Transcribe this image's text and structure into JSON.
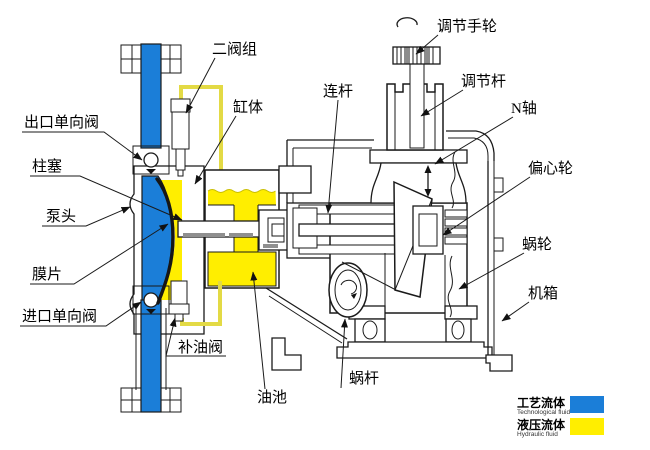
{
  "diagram": {
    "type": "hydraulic-diaphragm-metering-pump-cross-section",
    "labels": {
      "outlet_check_valve": "出口单向阀",
      "plunger": "柱塞",
      "pump_head": "泵头",
      "diaphragm": "膜片",
      "inlet_check_valve": "进口单向阀",
      "oil_supply_valve": "补油阀",
      "oil_pool": "油池",
      "two_valve_group": "二阀组",
      "cylinder_body": "缸体",
      "connecting_rod": "连杆",
      "adjusting_handwheel": "调节手轮",
      "adjusting_rod": "调节杆",
      "n_shaft": "N轴",
      "eccentric_wheel": "偏心轮",
      "worm_wheel": "蜗轮",
      "machine_case": "机箱",
      "worm": "蜗杆"
    },
    "legend": {
      "process_fluid": {
        "label": "工艺流体",
        "sublabel": "Technological fluid",
        "color": "#1b7ed8"
      },
      "hydraulic_fluid": {
        "label": "液压流体",
        "sublabel": "Hydraulic fluid",
        "color": "#ffee00"
      }
    },
    "colors": {
      "process_fluid": "#1b7ed8",
      "hydraulic_fluid": "#ffee00",
      "pipe_fluid": "#e3da45",
      "outline": "#1a1a1a"
    }
  }
}
